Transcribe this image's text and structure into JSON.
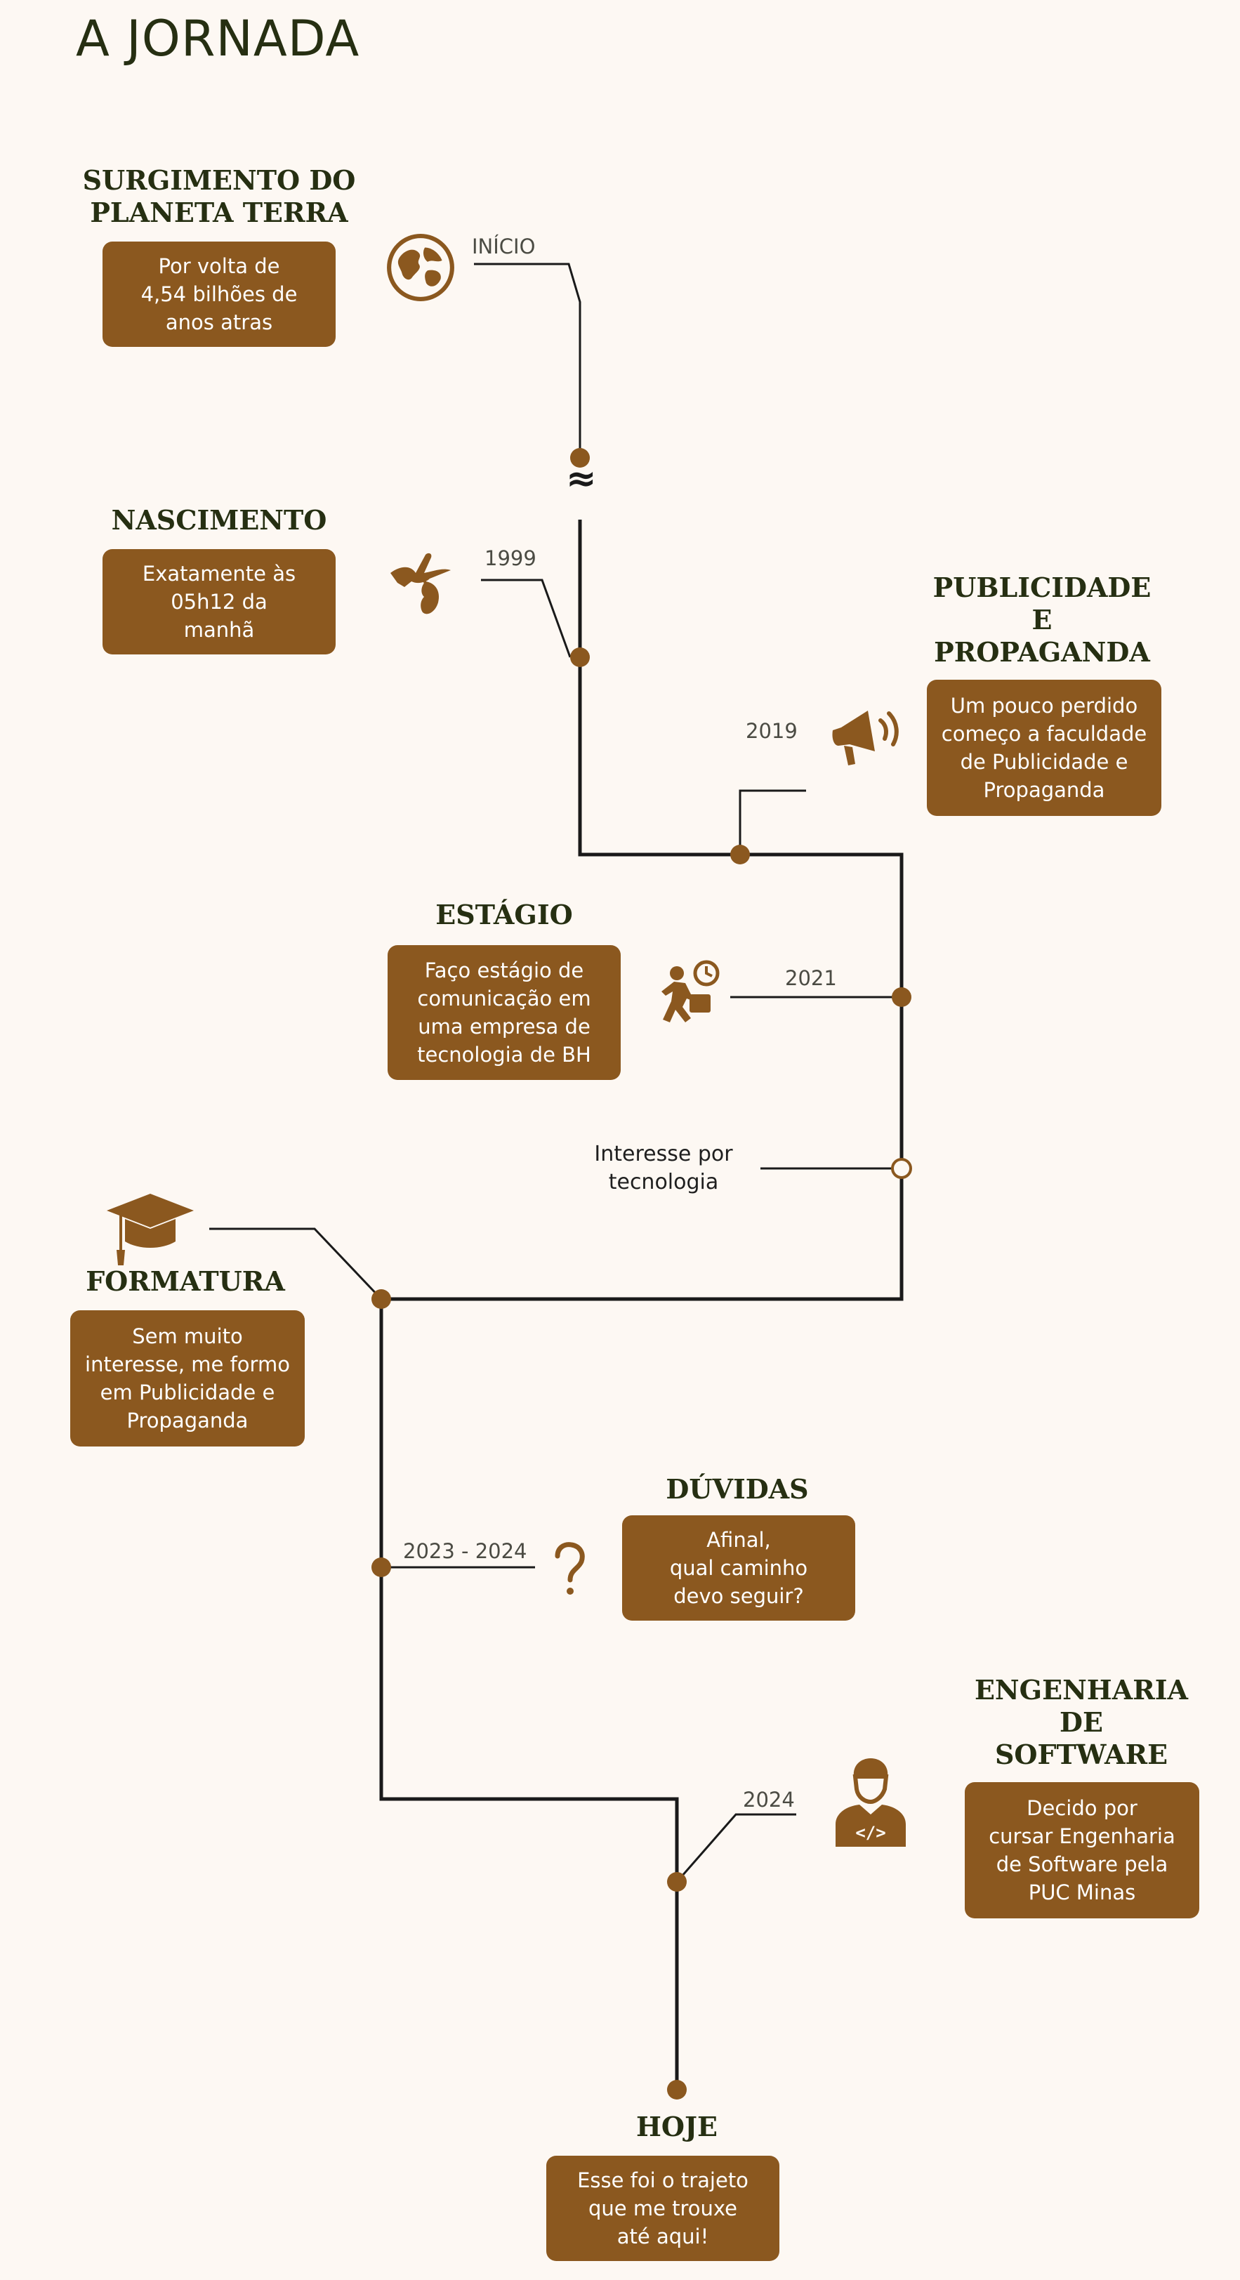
{
  "title": "A JORNADA",
  "colors": {
    "accent": "#8b581f",
    "line": "#1a1a1a",
    "heading": "#262f12",
    "background": "#fdf8f3"
  },
  "events": [
    {
      "id": "terra",
      "heading": "SURGIMENTO DO\nPLANETA TERRA",
      "text": "Por volta de\n4,54 bilhões de\nanos atras",
      "label": "INÍCIO",
      "icon": "globe-icon"
    },
    {
      "id": "nascimento",
      "heading": "NASCIMENTO",
      "text": "Exatamente às\n05h12 da\nmanhã",
      "label": "1999",
      "icon": "stork-icon"
    },
    {
      "id": "publicidade",
      "heading": "PUBLICIDADE\nE\nPROPAGANDA",
      "text": "Um pouco perdido\ncomeço a faculdade\nde Publicidade e\nPropaganda",
      "label": "2019",
      "icon": "megaphone-icon"
    },
    {
      "id": "estagio",
      "heading": "ESTÁGIO",
      "text": "Faço estágio de\ncomunicação em\numa empresa de\ntecnologia de BH",
      "label": "2021",
      "icon": "worker-clock-icon"
    },
    {
      "id": "interesse",
      "label": "Interesse por\ntecnologia"
    },
    {
      "id": "formatura",
      "heading": "FORMATURA",
      "text": "Sem muito\ninteresse, me formo\nem Publicidade e\nPropaganda",
      "icon": "graduation-cap-icon"
    },
    {
      "id": "duvidas",
      "heading": "DÚVIDAS",
      "text": "Afinal,\nqual caminho\ndevo seguir?",
      "label": "2023 - 2024",
      "icon": "question-mark-icon"
    },
    {
      "id": "engenharia",
      "heading": "ENGENHARIA\nDE\nSOFTWARE",
      "text": "Decido por\ncursar Engenharia\nde Software pela\nPUC Minas",
      "label": "2024",
      "icon": "developer-icon"
    },
    {
      "id": "hoje",
      "heading": "HOJE",
      "text": "Esse foi o trajeto\nque me trouxe\naté aqui!"
    }
  ],
  "break_mark": "≈"
}
